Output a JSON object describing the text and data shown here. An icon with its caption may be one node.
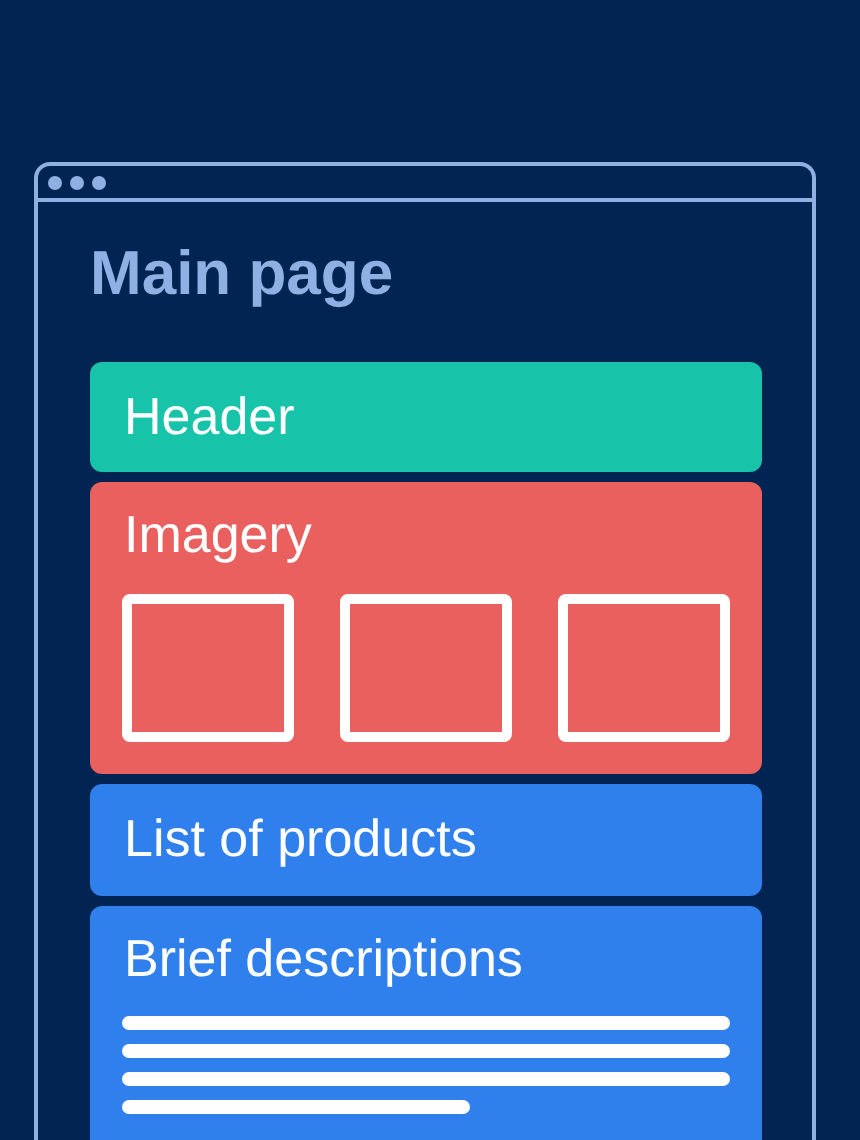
{
  "diagram": {
    "nodes": [
      {
        "text": [
          "Main page"
        ]
      },
      {
        "text": [
          "Header"
        ],
        "in": 0
      },
      {
        "text": [
          "Imagery"
        ],
        "in": 0
      },
      {
        "text": [
          "List of products"
        ],
        "in": 0
      },
      {
        "text": [
          "Brief descriptions"
        ],
        "in": 0
      }
    ]
  }
}
